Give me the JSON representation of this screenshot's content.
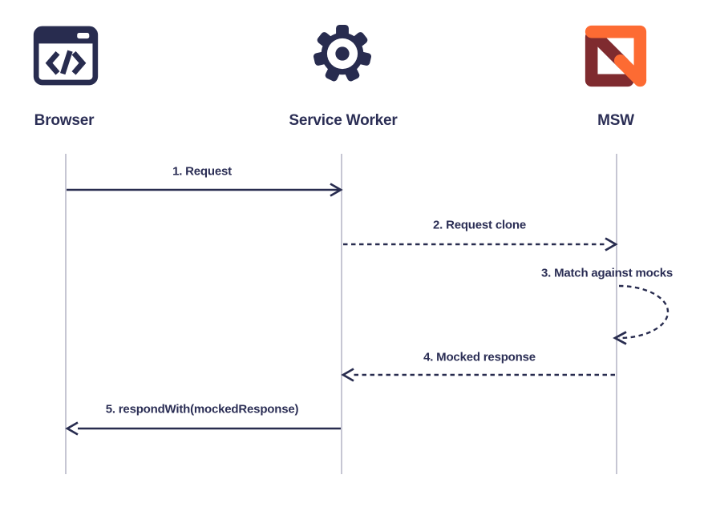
{
  "actors": [
    {
      "name": "Browser",
      "icon": "browser-window-icon"
    },
    {
      "name": "Service Worker",
      "icon": "gear-icon"
    },
    {
      "name": "MSW",
      "icon": "msw-logo-icon"
    }
  ],
  "messages": [
    {
      "order": 1,
      "label": "1. Request",
      "from": "Browser",
      "to": "Service Worker",
      "line": "solid",
      "direction": "right"
    },
    {
      "order": 2,
      "label": "2. Request clone",
      "from": "Service Worker",
      "to": "MSW",
      "line": "dashed",
      "direction": "right"
    },
    {
      "order": 3,
      "label": "3. Match against mocks",
      "from": "MSW",
      "to": "MSW",
      "line": "dashed",
      "direction": "self-loop"
    },
    {
      "order": 4,
      "label": "4. Mocked response",
      "from": "MSW",
      "to": "Service Worker",
      "line": "dashed",
      "direction": "left"
    },
    {
      "order": 5,
      "label": "5. respondWith(mockedResponse)",
      "from": "Service Worker",
      "to": "Browser",
      "line": "solid",
      "direction": "left"
    }
  ],
  "colors": {
    "ink": "#2b2e55",
    "lifeline": "#c6c6d3",
    "msw_orange": "#fd6b33",
    "msw_maroon": "#7f2b2f",
    "background": "#ffffff"
  }
}
